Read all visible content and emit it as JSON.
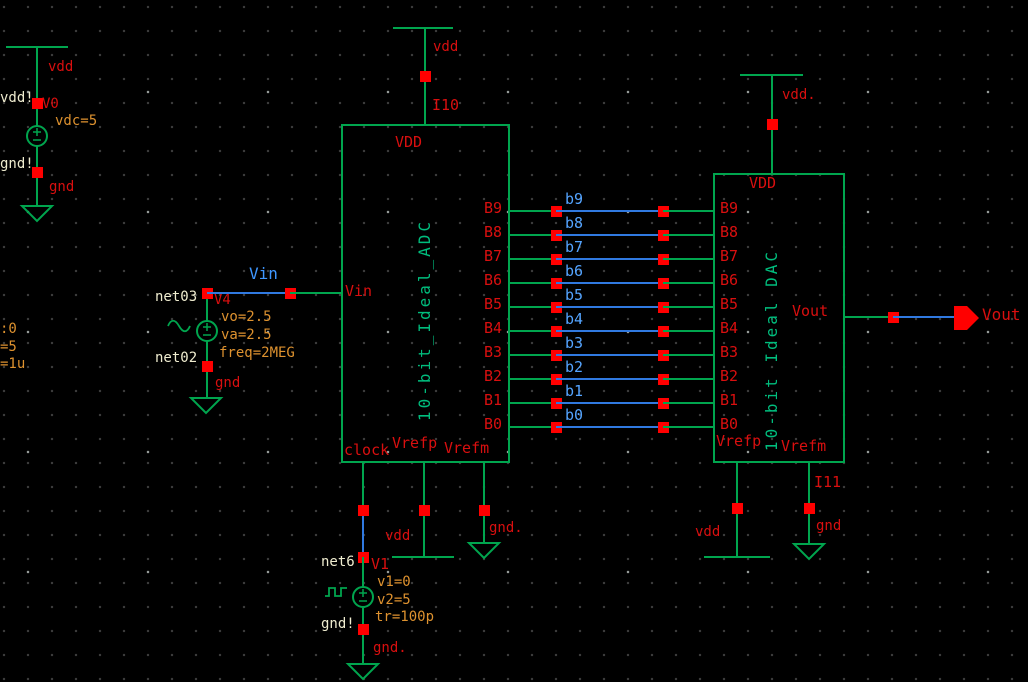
{
  "schematic": {
    "v0": {
      "instance": "V0",
      "rail_net": "vdd",
      "top_net": "vdd!",
      "prop": "vdc=5",
      "bot_net": "gnd!",
      "gnd_net": "gnd"
    },
    "edge_fragments": {
      "f1": ":0",
      "f2": "=5",
      "f3": "=1u"
    },
    "v4": {
      "instance": "V4",
      "top_net": "net03",
      "bot_net": "net02",
      "props": [
        "vo=2.5",
        "va=2.5",
        "freq=2MEG"
      ],
      "gnd_net": "gnd",
      "out_net": "Vin"
    },
    "v1": {
      "instance": "V1",
      "top_net": "net6",
      "bot_net": "gnd!",
      "props": [
        "v1=0",
        "v2=5",
        "tr=100p"
      ],
      "gnd_net": "gnd."
    },
    "adc": {
      "instance": "I10",
      "cell_name": "10-bit_Ideal_ADC",
      "pins": {
        "vdd": "VDD",
        "vin": "Vin",
        "clock": "clock",
        "vrefp": "Vrefp",
        "vrefm": "Vrefm"
      },
      "bit_pins": [
        "B9",
        "B8",
        "B7",
        "B6",
        "B5",
        "B4",
        "B3",
        "B2",
        "B1",
        "B0"
      ],
      "vdd_net": "vdd",
      "vrefp_net": "vdd",
      "vrefm_net": "gnd."
    },
    "dac": {
      "instance": "I11",
      "cell_name": "10-bit Ideal DAC",
      "pins": {
        "vdd": "VDD",
        "vout": "Vout",
        "vrefp": "Vrefp",
        "vrefm": "Vrefm"
      },
      "bit_pins": [
        "B9",
        "B8",
        "B7",
        "B6",
        "B5",
        "B4",
        "B3",
        "B2",
        "B1",
        "B0"
      ],
      "vdd_net": "vdd.",
      "vrefp_net": "vdd",
      "vrefm_net": "gnd"
    },
    "bus_nets": [
      "b9",
      "b8",
      "b7",
      "b6",
      "b5",
      "b4",
      "b3",
      "b2",
      "b1",
      "b0"
    ],
    "output": {
      "net": "Vout"
    },
    "colors": {
      "wire_green": "#00a54e",
      "cell_text_green": "#00bd7d",
      "label_red": "#d90f0f",
      "pin_square_red": "#ff0000",
      "property_orange": "#de922f",
      "net_white": "#efeccf",
      "net_wire_blue": "#3079e0",
      "net_label_blue": "#54a4ff",
      "background": "#000000"
    }
  }
}
